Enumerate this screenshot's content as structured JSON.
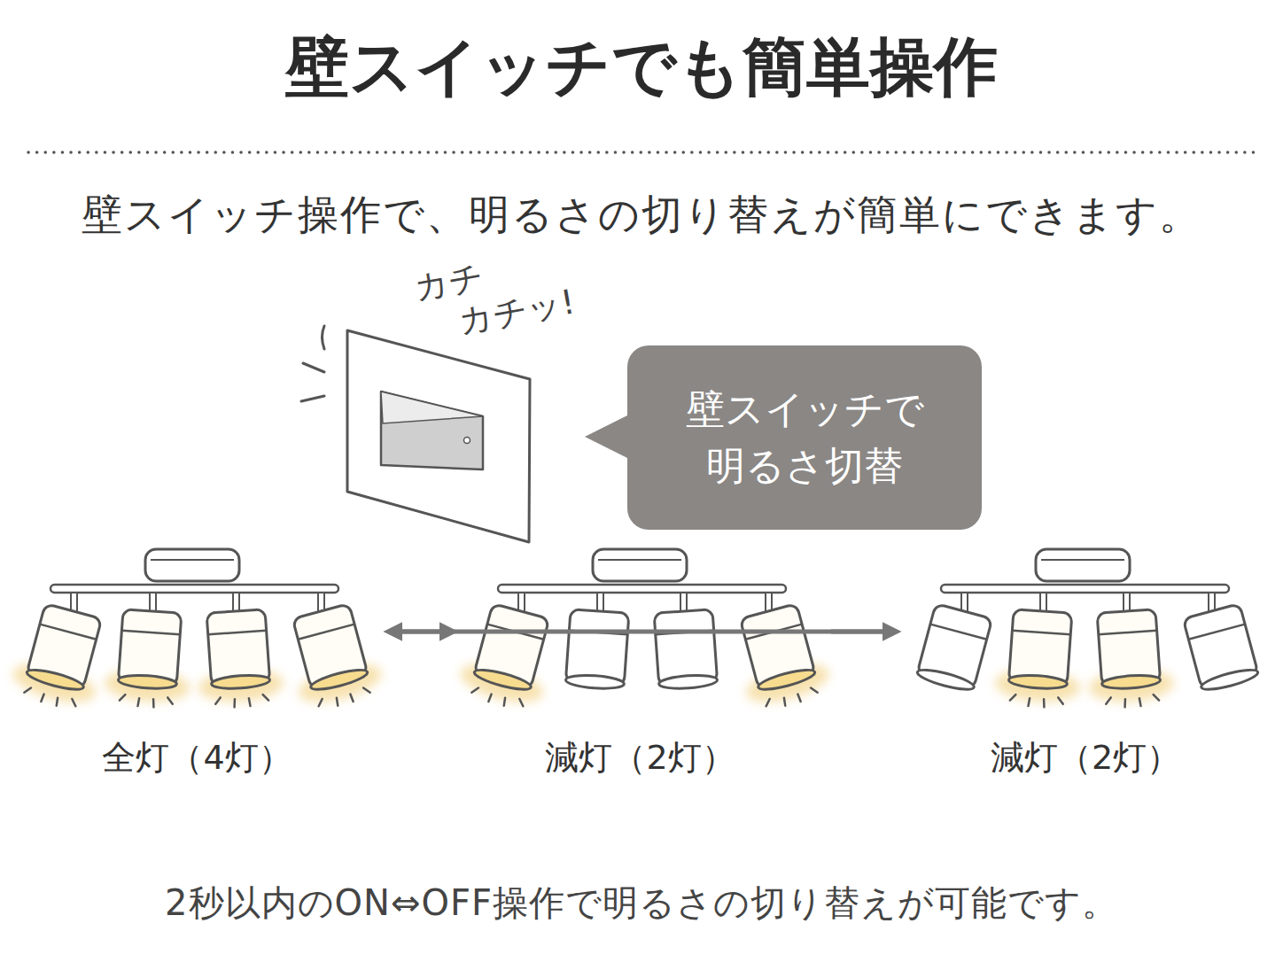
{
  "diagram": {
    "title": "壁スイッチでも簡単操作",
    "nodes": [
      {
        "text": [
          "壁スイッチで 明るさ切替"
        ]
      },
      {
        "text": [
          "全灯（4灯）"
        ]
      },
      {
        "text": [
          "減灯（2灯）"
        ]
      },
      {
        "text": [
          "減灯（2灯）"
        ]
      }
    ],
    "edges": [
      {
        "from": 1,
        "to": 2,
        "arrow": "to"
      },
      {
        "from": 2,
        "to": 3,
        "arrow": "to"
      },
      {
        "from": 3,
        "to": 1,
        "arrow": "to"
      }
    ],
    "labels": [
      "壁スイッチ操作で、明るさの切り替えが簡単にできます。",
      "カチ",
      "カチッ!",
      "2秒以内のON⇔OFF操作で明るさの切り替えが可能です。"
    ]
  }
}
